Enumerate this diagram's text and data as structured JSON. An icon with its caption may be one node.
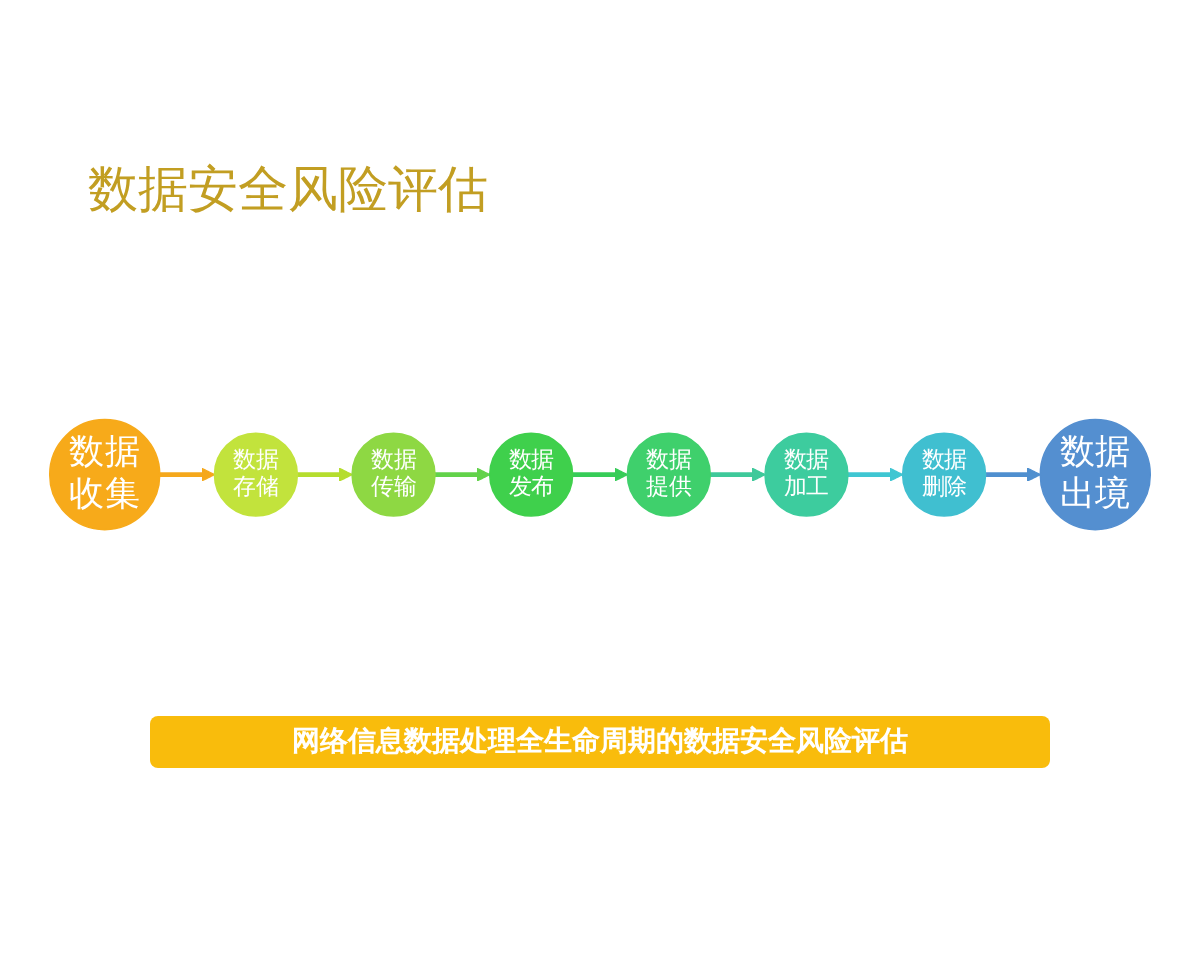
{
  "diagram": {
    "title": "数据安全风险评估",
    "caption": "网络信息数据处理全生命周期的数据安全风险评估",
    "nodes": [
      {
        "text": [
          "数据收集"
        ]
      },
      {
        "text": [
          "数据存储"
        ]
      },
      {
        "text": [
          "数据传输"
        ]
      },
      {
        "text": [
          "数据发布"
        ]
      },
      {
        "text": [
          "数据提供"
        ]
      },
      {
        "text": [
          "数据加工"
        ]
      },
      {
        "text": [
          "数据删除"
        ]
      },
      {
        "text": [
          "数据出境"
        ]
      }
    ],
    "edges": [
      {
        "from": 0,
        "to": 1,
        "arrow": "to",
        "color": "#f5a81c"
      },
      {
        "from": 1,
        "to": 2,
        "arrow": "to",
        "color": "#b5dd2e"
      },
      {
        "from": 2,
        "to": 3,
        "arrow": "to",
        "color": "#62d24a"
      },
      {
        "from": 3,
        "to": 4,
        "arrow": "to",
        "color": "#36cc57"
      },
      {
        "from": 4,
        "to": 5,
        "arrow": "to",
        "color": "#3ec99a"
      },
      {
        "from": 5,
        "to": 6,
        "arrow": "to",
        "color": "#3fc6d2"
      },
      {
        "from": 6,
        "to": 7,
        "arrow": "to",
        "color": "#4f8fcf"
      }
    ]
  }
}
